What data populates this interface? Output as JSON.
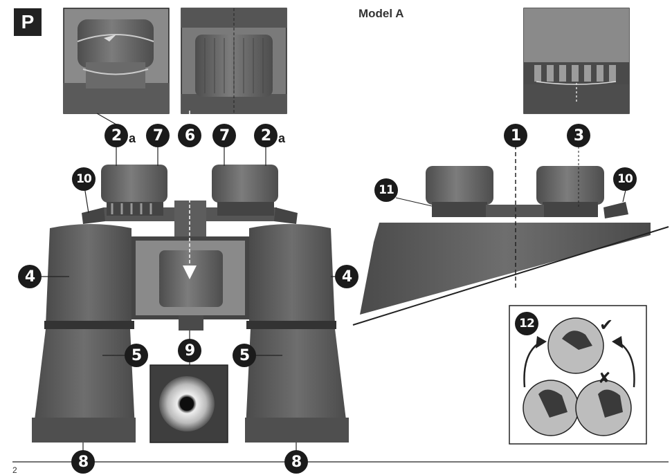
{
  "header": {
    "section_letter": "P",
    "model_label": "Model A"
  },
  "footer": {
    "page_number": "2"
  },
  "callouts": {
    "eyecup_left": "2",
    "eyecup_left_suffix": "a",
    "eyepiece_left": "7",
    "focus_wheel": "6",
    "eyepiece_right": "7",
    "eyecup_right": "2",
    "eyecup_right_suffix": "a",
    "lever_left": "10",
    "body_left": "4",
    "body_right": "4",
    "objective_left": "5",
    "objective_right": "5",
    "tripod_socket": "9",
    "lens_left": "8",
    "lens_right": "8",
    "center_axis": "1",
    "diopter_ring": "3",
    "ring_left": "11",
    "lever_right": "10",
    "alignment_box": "12"
  },
  "marks": {
    "correct": "✔",
    "wrong": "✘"
  },
  "colors": {
    "body": "#5f5f5f",
    "body_dark": "#3e3e3e",
    "body_light": "#858585",
    "callout": "#1b1b1b",
    "circle_fill": "#bdbdbd"
  }
}
